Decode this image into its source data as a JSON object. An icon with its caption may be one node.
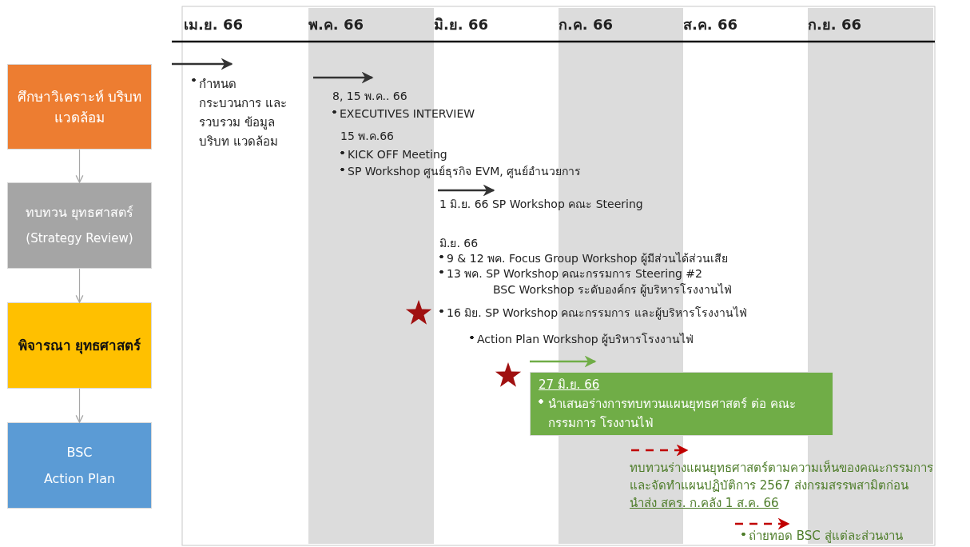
{
  "diagram": {
    "nodes": [
      {
        "text": [
          "ศึกษาวิเคราะห์ บริบทแวดล้อม"
        ]
      },
      {
        "text": [
          "ทบทวน ยุทธศาสตร์",
          "(Strategy Review)"
        ]
      },
      {
        "text": [
          "พิจารณา ยุทธศาสตร์"
        ]
      },
      {
        "text": [
          "BSC",
          "Action Plan"
        ]
      },
      {
        "text": [
          "27 มิ.ย. 66",
          "นำเสนอร่างการทบทวนแผนยุทธศาสตร์ ต่อ คณะกรรมการ โรงงานไฟ่"
        ]
      }
    ],
    "edges": [
      {
        "from": 0,
        "to": 1,
        "arrow": "to"
      },
      {
        "from": 1,
        "to": 2,
        "arrow": "to"
      },
      {
        "from": 2,
        "to": 3,
        "arrow": "to"
      }
    ],
    "labels": [
      "เม.ย. 66",
      "พ.ค. 66",
      "มิ.ย. 66",
      "ก.ค. 66",
      "ส.ค. 66",
      "ก.ย. 66",
      "กำหนด กระบวนการ และรวบรวม ข้อมูลบริบท แวดล้อม",
      "8, 15 พ.ค.. 66",
      "EXECUTIVES INTERVIEW",
      "15 พ.ค.66",
      "KICK OFF Meeting",
      "SP Workshop ศูนย์ธุรกิจ EVM, ศูนย์อำนวยการ",
      "1 มิ.ย. 66 SP Workshop คณะ Steering",
      "มิ.ย.  66",
      "9 & 12 พค. Focus Group Workshop ผู้มีส่วนได้ส่วนเสีย",
      "13 พค. SP Workshop คณะกรรมการ Steering #2",
      "BSC Workshop ระดับองค์กร ผู้บริหารโรงงานไฟ่",
      "16 มิย. SP Workshop คณะกรรมการ และผู้บริหารโรงงานไฟ่",
      "Action Plan Workshop ผู้บริหารโรงงานไฟ่",
      "ทบทวนร่างแผนยุทธศาสตร์ตามความเห็นของคณะกรรมการ",
      "และจัดทำแผนปฏิบัติการ 2567 ส่งกรมสรรพสามิตก่อน",
      "นำส่ง สคร. ก.คลัง 1 ส.ค. 66",
      "ถ่ายทอด BSC สู่แต่ละส่วนงาน"
    ]
  }
}
